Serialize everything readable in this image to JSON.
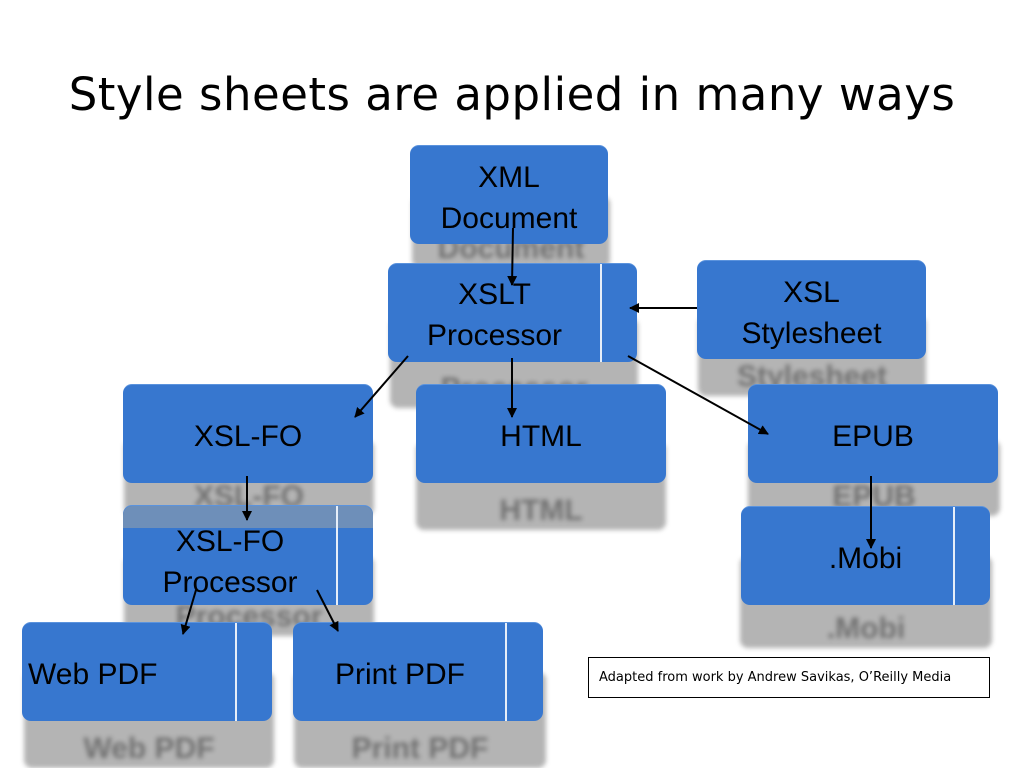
{
  "slide": {
    "title": "Style sheets are applied in many ways",
    "citation": "Adapted from work by Andrew Savikas, O’Reilly Media"
  },
  "nodes": {
    "xml_document": "XML\nDocument",
    "xslt_processor": "XSLT\nProcessor",
    "xsl_stylesheet": "XSL\nStylesheet",
    "xsl_fo": "XSL-FO",
    "html": "HTML",
    "epub": "EPUB",
    "xsl_fo_processor": "XSL-FO\nProcessor",
    "mobi": ".Mobi",
    "web_pdf": "Web PDF",
    "print_pdf": "Print PDF"
  },
  "reflections": {
    "xml_document": "Document",
    "xslt_processor": "Processor",
    "xsl_stylesheet": "Stylesheet",
    "xsl_fo": "XSL-FO",
    "html": "HTML",
    "epub": "EPUB",
    "xsl_fo_processor": "Processor",
    "mobi": ".Mobi",
    "web_pdf": "Web PDF",
    "print_pdf": "Print PDF"
  },
  "colors": {
    "box_fill": "#3777cf",
    "shadow": "#a7a7a7",
    "arrow": "#000000"
  }
}
